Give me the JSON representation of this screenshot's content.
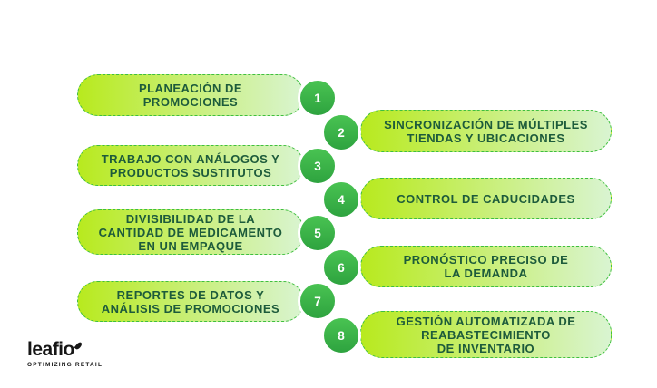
{
  "page": {
    "background": "#ffffff"
  },
  "colors": {
    "pill_gradient_start": "#b8ea1e",
    "pill_gradient_end": "#d9f4d1",
    "pill_border": "#3fbf3f",
    "pill_text": "#1d5b3b",
    "circle_fill_top": "#49c352",
    "circle_fill_bottom": "#2ea33f",
    "circle_text": "#ffffff",
    "logo_color": "#161616"
  },
  "items": [
    {
      "number": "1",
      "side": "left",
      "label": "PLANEACIÓN DE\nPROMOCIONES"
    },
    {
      "number": "2",
      "side": "right",
      "label": "SINCRONIZACIÓN DE MÚLTIPLES\nTIENDAS Y UBICACIONES"
    },
    {
      "number": "3",
      "side": "left",
      "label": "TRABAJO CON ANÁLOGOS Y\nPRODUCTOS SUSTITUTOS"
    },
    {
      "number": "4",
      "side": "right",
      "label": "CONTROL DE CADUCIDADES"
    },
    {
      "number": "5",
      "side": "left",
      "label": "DIVISIBILIDAD DE LA\nCANTIDAD DE MEDICAMENTO\nEN UN EMPAQUE"
    },
    {
      "number": "6",
      "side": "right",
      "label": "PRONÓSTICO PRECISO DE\nLA DEMANDA"
    },
    {
      "number": "7",
      "side": "left",
      "label": "REPORTES DE DATOS Y\nANÁLISIS DE PROMOCIONES"
    },
    {
      "number": "8",
      "side": "right",
      "label": "GESTIÓN AUTOMATIZADA DE\nREABASTECIMIENTO\nDE INVENTARIO"
    }
  ],
  "logo": {
    "wordmark": "leafio",
    "tagline": "OPTIMIZING RETAIL",
    "mark_icon": "leaf-dot-icon"
  }
}
